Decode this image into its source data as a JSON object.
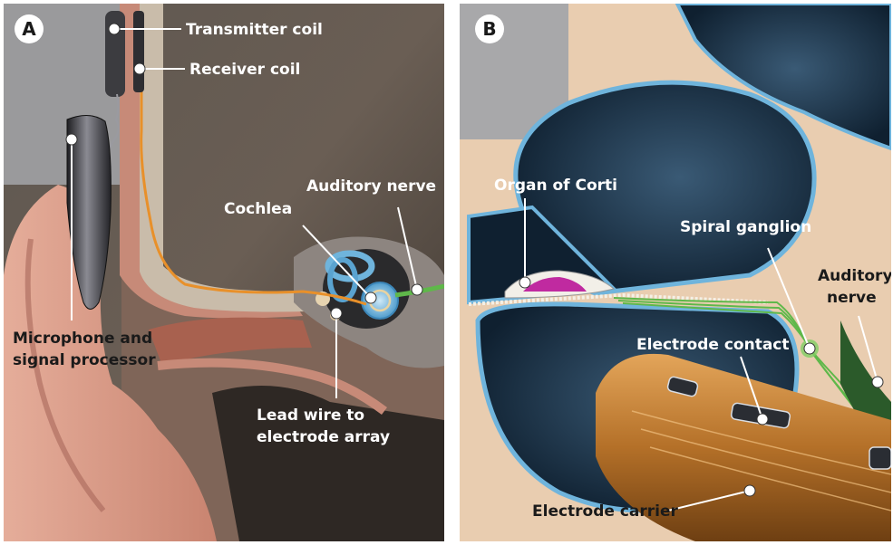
{
  "panel_a": {
    "letter": "A",
    "labels": {
      "transmitter_coil": "Transmitter coil",
      "receiver_coil": "Receiver coil",
      "cochlea": "Cochlea",
      "auditory_nerve": "Auditory nerve",
      "microphone_line1": "Microphone and",
      "microphone_line2": "signal processor",
      "lead_line1": "Lead wire to",
      "lead_line2": "electrode array"
    }
  },
  "panel_b": {
    "letter": "B",
    "labels": {
      "organ_of_corti": "Organ of Corti",
      "spiral_ganglion": "Spiral ganglion",
      "auditory_nerve_line1": "Auditory",
      "auditory_nerve_line2": "nerve",
      "electrode_contact": "Electrode contact",
      "electrode_carrier": "Electrode carrier"
    }
  },
  "colors": {
    "skin": "#d99a86",
    "bone": "#c9bcaa",
    "cochlea_blue": "#6fb4dc",
    "lead_orange": "#e8902a",
    "nerve_green": "#5fb84a",
    "fluid_dark": "#1b3346",
    "tissue": "#e9cdb0",
    "corti_magenta": "#c02aa0",
    "carrier_bronze": "#a86820"
  }
}
